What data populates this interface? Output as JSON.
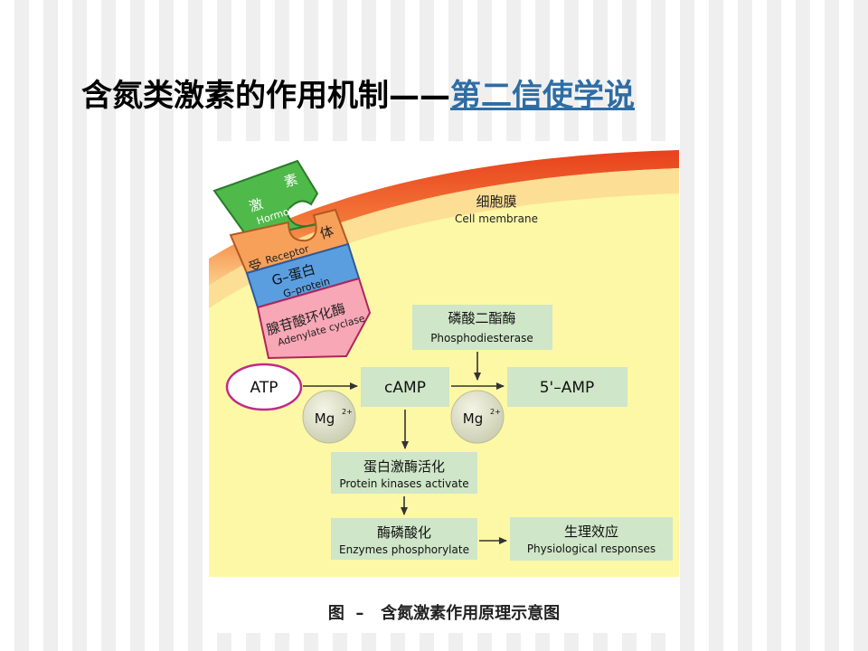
{
  "title": {
    "main": "含氮类激素的作用机制——",
    "link": "第二信使学说"
  },
  "figure": {
    "hormone": {
      "cn_left": "激",
      "cn_right": "素",
      "en": "Hormone"
    },
    "receptor": {
      "cn_left": "受",
      "cn_right": "体",
      "en": "Receptor"
    },
    "gprotein": {
      "cn": "G–蛋白",
      "en": "G–protein"
    },
    "cyclase": {
      "cn": "腺苷酸环化酶",
      "en": "Adenylate cyclase"
    },
    "membrane": {
      "cn": "细胞膜",
      "en": "Cell membrane"
    },
    "pde": {
      "cn": "磷酸二酯酶",
      "en": "Phosphodiesterase"
    },
    "atp": "ATP",
    "camp": "cAMP",
    "amp5": "5'–AMP",
    "mg": {
      "base": "Mg",
      "sup": "2+"
    },
    "kinase": {
      "cn": "蛋白激酶活化",
      "en": "Protein kinases activate"
    },
    "phosphorylation": {
      "cn": "酶磷酸化",
      "en": "Enzymes phosphorylate"
    },
    "response": {
      "cn": "生理效应",
      "en": "Physiological responses"
    },
    "caption": "图  –   含氮激素作用原理示意图"
  }
}
